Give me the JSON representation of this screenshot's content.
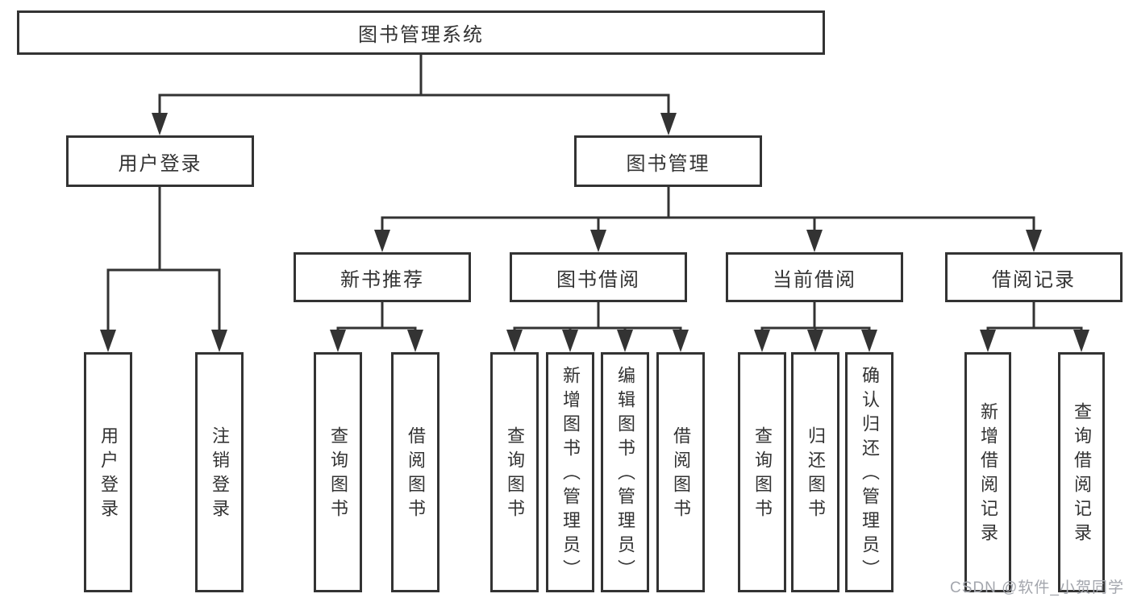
{
  "diagram": {
    "root": {
      "label": "图书管理系统"
    },
    "branches": [
      {
        "label": "用户登录",
        "children": [
          {
            "label": "用户登录"
          },
          {
            "label": "注销登录"
          }
        ]
      },
      {
        "label": "图书管理",
        "children": [
          {
            "label": "新书推荐",
            "children": [
              {
                "label": "查询图书"
              },
              {
                "label": "借阅图书"
              }
            ]
          },
          {
            "label": "图书借阅",
            "children": [
              {
                "label": "查询图书"
              },
              {
                "label": "新增图书（管理员）"
              },
              {
                "label": "编辑图书（管理员）"
              },
              {
                "label": "借阅图书"
              }
            ]
          },
          {
            "label": "当前借阅",
            "children": [
              {
                "label": "查询图书"
              },
              {
                "label": "归还图书"
              },
              {
                "label": "确认归还（管理员）"
              }
            ]
          },
          {
            "label": "借阅记录",
            "children": [
              {
                "label": "新增借阅记录"
              },
              {
                "label": "查询借阅记录"
              }
            ]
          }
        ]
      }
    ]
  },
  "watermark": {
    "text": "CSDN @软件_小贺同学"
  },
  "colors": {
    "line": "#333333",
    "text": "#333333",
    "box_bg": "#ffffff",
    "watermark": "#a3a6ad"
  }
}
